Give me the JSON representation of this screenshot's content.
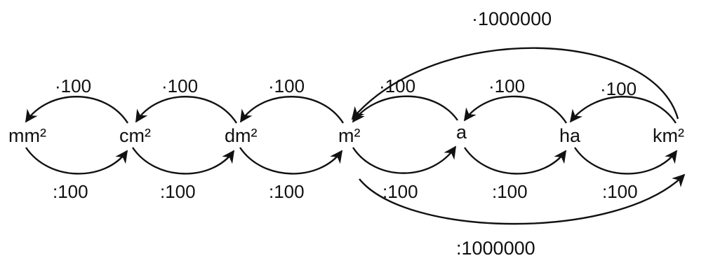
{
  "units": [
    "mm²",
    "cm²",
    "dm²",
    "m²",
    "a",
    "ha",
    "km²"
  ],
  "multiply_labels": [
    "·100",
    "·100",
    "·100",
    "·100",
    "·100",
    "·100"
  ],
  "divide_labels": [
    ":100",
    ":100",
    ":100",
    ":100",
    ":100",
    ":100"
  ],
  "big_multiply_label": "·1000000",
  "big_divide_label": ":1000000"
}
